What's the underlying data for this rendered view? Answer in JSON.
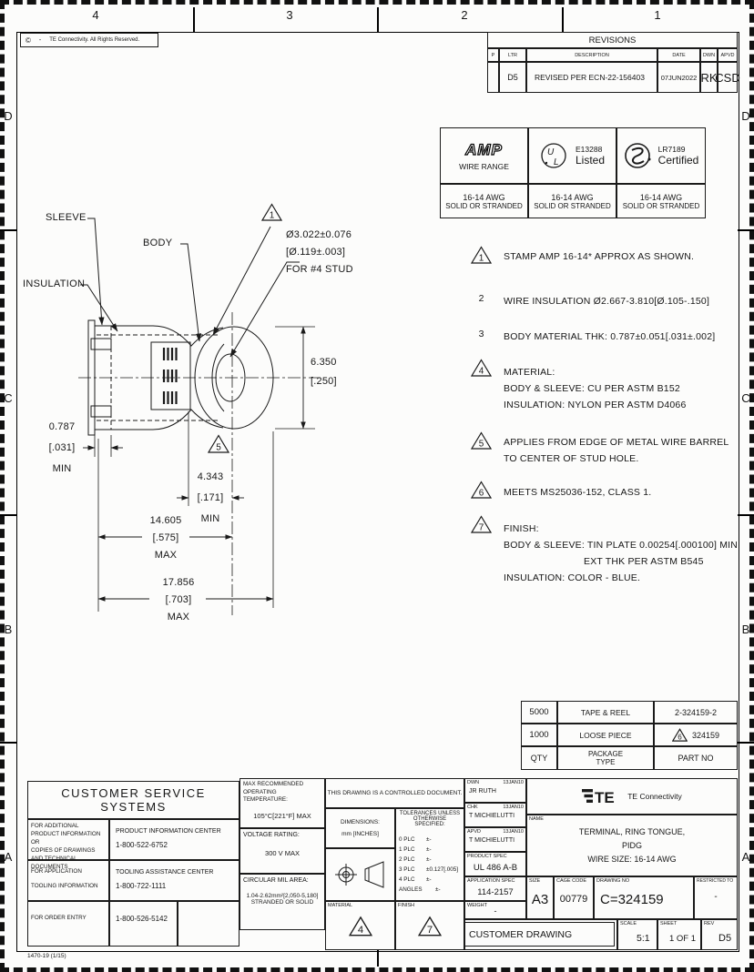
{
  "sheet": {
    "copyright_symbol": "©",
    "copyright_dash": "-",
    "copyright_text": "TE Connectivity. All Rights Reserved.",
    "zone_cols": [
      "4",
      "3",
      "2",
      "1"
    ],
    "zone_rows": [
      "D",
      "C",
      "B",
      "A"
    ],
    "form_number": "1470-19  (1/15)"
  },
  "revisions": {
    "title": "REVISIONS",
    "headers": {
      "p": "P",
      "ltr": "LTR",
      "description": "DESCRIPTION",
      "date": "DATE",
      "dwn": "DWN",
      "apvd": "APVD"
    },
    "row": {
      "p": "",
      "ltr": "D5",
      "description": "REVISED PER ECN-22-156403",
      "date": "07JUN2022",
      "dwn": "RK",
      "apvd": "CSD"
    }
  },
  "certifications": {
    "amp": {
      "logo": "AMP",
      "label": "WIRE RANGE",
      "awg": "16-14 AWG",
      "conductor": "SOLID OR STRANDED"
    },
    "ul": {
      "file": "E13288",
      "label": "Listed",
      "awg": "16-14 AWG",
      "conductor": "SOLID OR STRANDED"
    },
    "csa": {
      "file": "LR7189",
      "label": "Certified",
      "awg": "16-14 AWG",
      "conductor": "SOLID OR STRANDED"
    }
  },
  "figure": {
    "labels": {
      "sleeve": "SLEEVE",
      "body": "BODY",
      "insulation": "INSULATION"
    },
    "flag_stamp": "1",
    "flag_barrel": "5",
    "stud_dim": {
      "l1": "Ø3.022±0.076",
      "l2": "[Ø.119±.003]",
      "l3": "FOR #4 STUD"
    },
    "width_dim": {
      "l1": "6.350",
      "l2": "[.250]"
    },
    "insul_dim": {
      "l1": "0.787",
      "l2": "[.031]",
      "l3": "MIN"
    },
    "barrel_dim": {
      "l1": "4.343",
      "l2": "[.171]",
      "l3": "MIN"
    },
    "len1_dim": {
      "l1": "14.605",
      "l2": "[.575]",
      "l3": "MAX"
    },
    "len2_dim": {
      "l1": "17.856",
      "l2": "[.703]",
      "l3": "MAX"
    }
  },
  "notes": [
    {
      "num": "1",
      "lines": [
        "STAMP AMP 16-14*  APPROX AS SHOWN."
      ]
    },
    {
      "num": "2",
      "lines": [
        "WIRE INSULATION Ø2.667-3.810[Ø.105-.150]"
      ]
    },
    {
      "num": "3",
      "lines": [
        "BODY MATERIAL THK: 0.787±0.051[.031±.002]"
      ]
    },
    {
      "num": "4",
      "lines": [
        "MATERIAL:",
        "BODY & SLEEVE: CU PER ASTM B152",
        "INSULATION: NYLON PER ASTM D4066"
      ]
    },
    {
      "num": "5",
      "lines": [
        "APPLIES FROM EDGE OF METAL WIRE BARREL",
        "TO CENTER OF STUD HOLE."
      ]
    },
    {
      "num": "6",
      "lines": [
        "MEETS MS25036-152, CLASS 1."
      ]
    },
    {
      "num": "7",
      "lines": [
        "FINISH:",
        "BODY & SLEEVE: TIN PLATE 0.00254[.000100] MIN",
        "EXT THK PER ASTM B545",
        "INSULATION: COLOR - BLUE."
      ]
    }
  ],
  "package": {
    "rows": [
      {
        "qty": "5000",
        "type": "TAPE & REEL",
        "part": "2-324159-2"
      },
      {
        "qty": "1000",
        "type": "LOOSE PIECE",
        "part": "324159",
        "flag": "6"
      },
      {
        "qty": "QTY",
        "type1": "PACKAGE",
        "type2": "TYPE",
        "part": "PART NO"
      }
    ]
  },
  "service": {
    "title": "CUSTOMER SERVICE SYSTEMS",
    "rows": [
      {
        "label": [
          "FOR ADDITIONAL",
          "PRODUCT INFORMATION OR",
          "COPIES OF DRAWINGS",
          "AND TECHNICAL DOCUMENTS"
        ],
        "value": [
          "PRODUCT INFORMATION CENTER",
          "1-800-522-6752"
        ]
      },
      {
        "label": [
          "FOR APPLICATION",
          "TOOLING INFORMATION"
        ],
        "value": [
          "TOOLING ASSISTANCE CENTER",
          "1-800-722-1111"
        ]
      },
      {
        "label": [
          "FOR ORDER ENTRY"
        ],
        "value": [
          "1-800-526-5142"
        ]
      }
    ]
  },
  "ratings": {
    "temp_l1": "MAX RECOMMENDED OPERATING",
    "temp_l2": "TEMPERATURE:",
    "temp_value": "105°C[221°F] MAX",
    "volt_label": "VOLTAGE RATING:",
    "volt_value": "300 V MAX",
    "cma_label": "CIRCULAR MIL AREA:",
    "cma_value": "1.04-2.62mm²[2,050-5,180]",
    "cma_value2": "STRANDED OR SOLID"
  },
  "control": {
    "controlled": "THIS DRAWING IS A CONTROLLED DOCUMENT.",
    "dims_label": "DIMENSIONS:",
    "dims_value": "mm [INCHES]",
    "tol_title1": "TOLERANCES UNLESS",
    "tol_title2": "OTHERWISE SPECIFIED:",
    "tol_rows": [
      [
        "0 PLC",
        "±-"
      ],
      [
        "1 PLC",
        "±-"
      ],
      [
        "2 PLC",
        "±-"
      ],
      [
        "3 PLC",
        "±0.127[.005]"
      ],
      [
        "4 PLC",
        "±-"
      ],
      [
        "ANGLES",
        "±-"
      ]
    ],
    "material_label": "MATERIAL",
    "material_flag": "4",
    "finish_label": "FINISH",
    "finish_flag": "7"
  },
  "approvals": {
    "dwn_label": "DWN",
    "dwn_date": "13JAN10",
    "dwn": "JR RUTH",
    "chk_label": "CHK",
    "chk_date": "13JAN10",
    "chk": "T MICHIELUTTI",
    "apvd_label": "APVD",
    "apvd_date": "13JAN10",
    "apvd": "T MICHIELUTTI",
    "pspec_label": "PRODUCT SPEC",
    "pspec": "UL 486 A-B",
    "aspec_label": "APPLICATION SPEC",
    "aspec": "114-2157",
    "weight_label": "WEIGHT",
    "weight": "-"
  },
  "titleblock": {
    "company": "TE Connectivity",
    "name_label": "NAME",
    "name1": "TERMINAL, RING TONGUE,",
    "name2": "PIDG",
    "name3": "WIRE SIZE: 16-14 AWG",
    "size_label": "SIZE",
    "size": "A3",
    "cage_label": "CAGE CODE",
    "cage": "00779",
    "dno_label": "DRAWING NO",
    "dno": "C=324159",
    "restricted_label": "RESTRICTED TO",
    "restricted": "-",
    "doc_type": "CUSTOMER DRAWING",
    "scale_label": "SCALE",
    "scale": "5:1",
    "sheet_label": "SHEET",
    "sheet": "1 OF 1",
    "rev_label": "REV",
    "rev": "D5"
  }
}
